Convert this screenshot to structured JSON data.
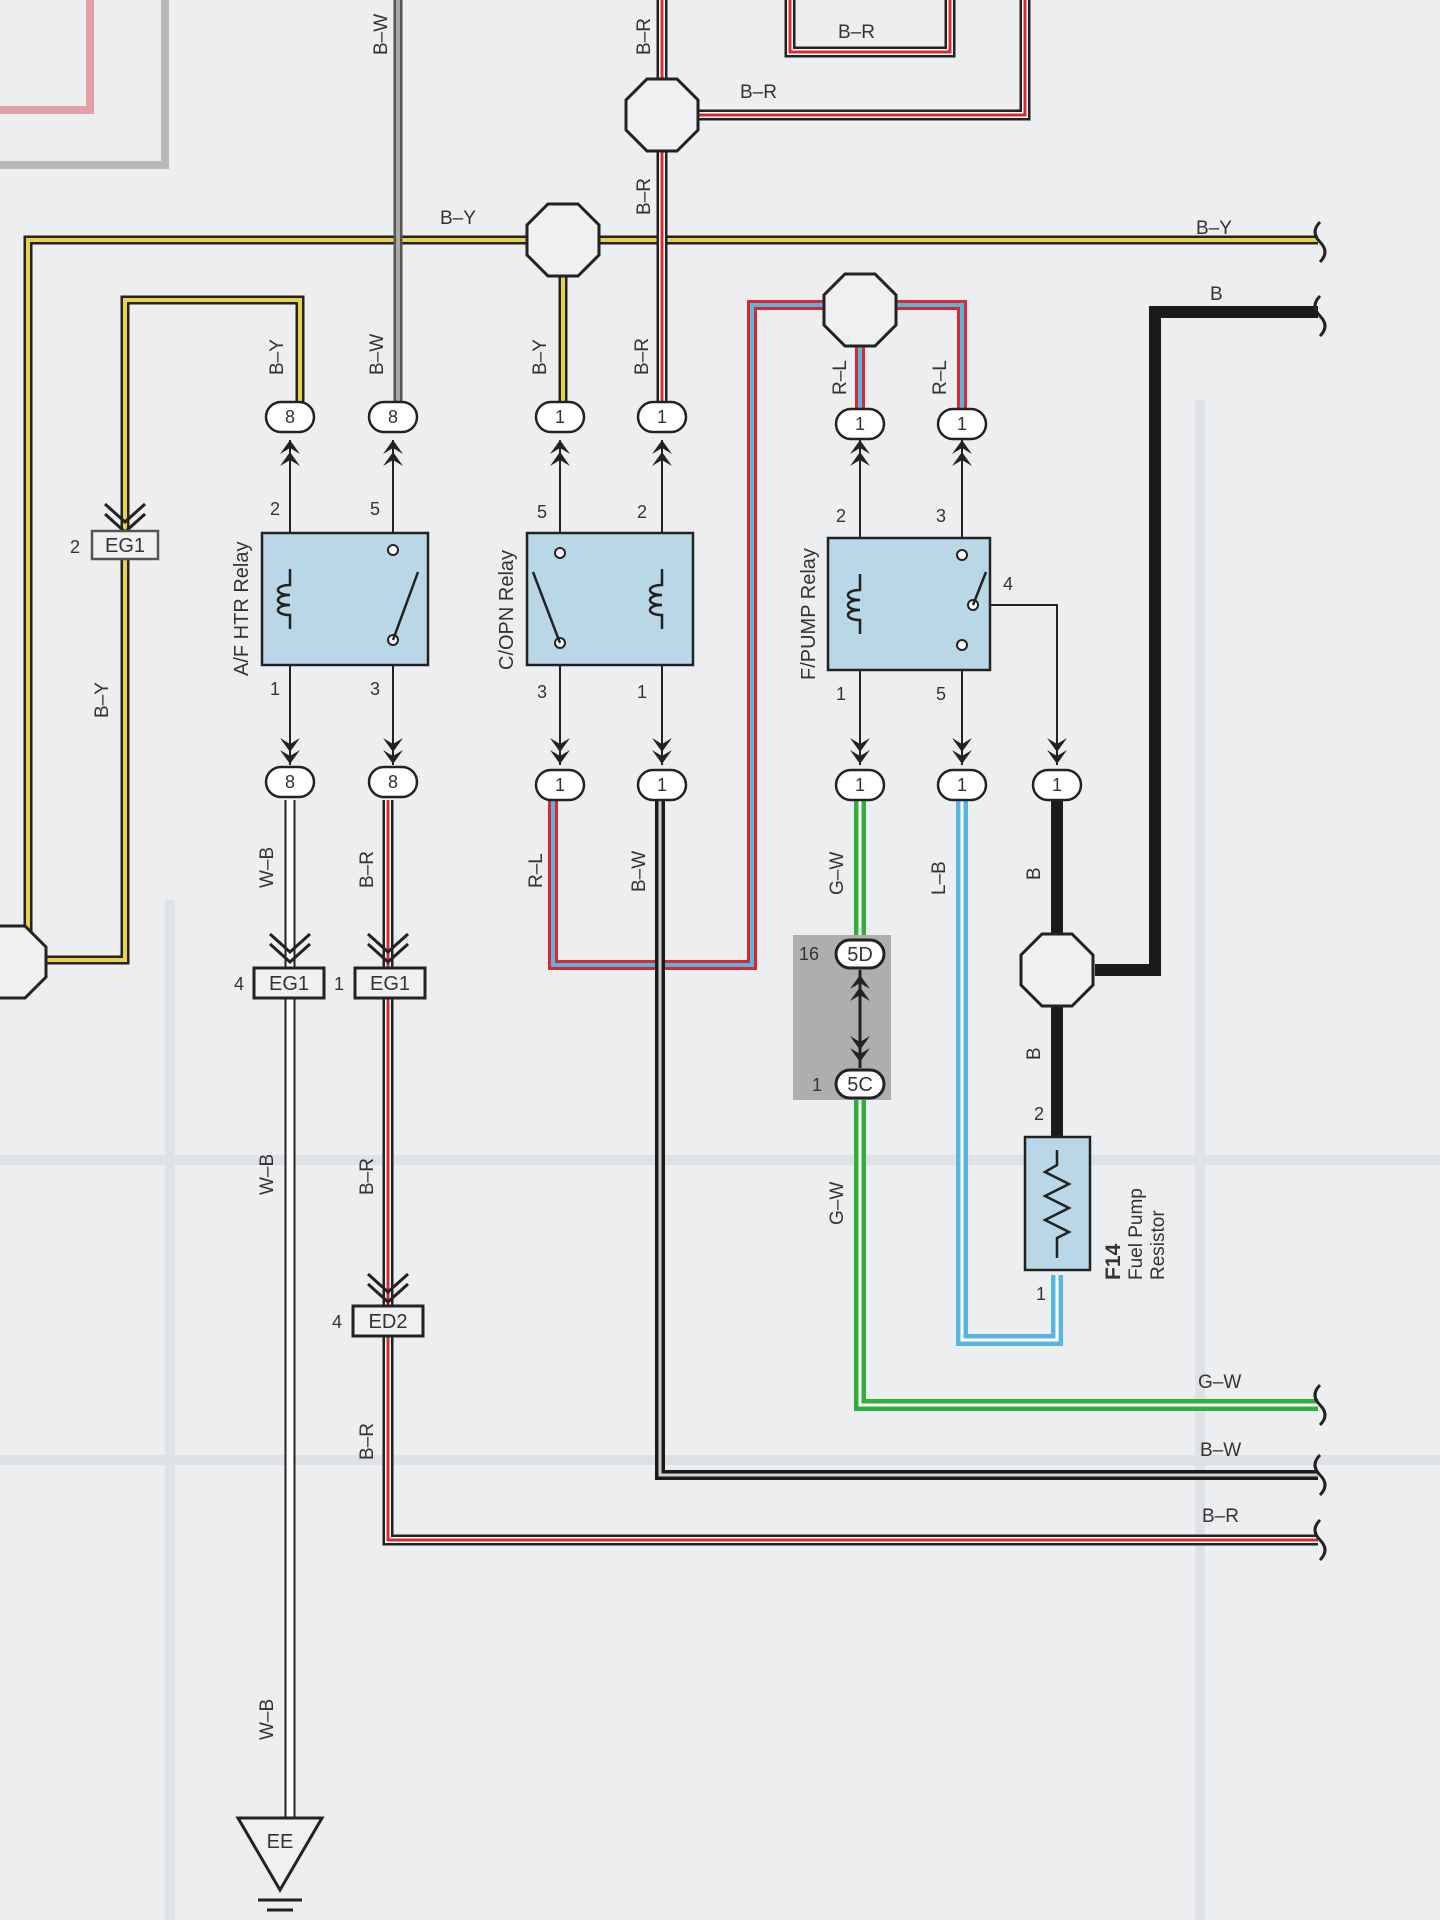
{
  "colors": {
    "paper": "#eceef0",
    "relay_fill": "#b9d7e6",
    "yellow": "#e8d24a",
    "red": "#d9282f",
    "blue": "#5ab4e0",
    "green": "#2fae3c",
    "black": "#1a1a1a",
    "gray": "#8a8a8a",
    "white": "#ffffff",
    "pink": "#e2a0a8",
    "splice_shade": "#aeaeae"
  },
  "wire_labels": {
    "b_w": "B–W",
    "b_r": "B–R",
    "b_y": "B–Y",
    "b": "B",
    "r_l": "R–L",
    "w_b": "W–B",
    "g_w": "G–W",
    "l_b": "L–B"
  },
  "relays": {
    "af_htr": "A/F HTR Relay",
    "copn": "C/OPN Relay",
    "fpump": "F/PUMP Relay"
  },
  "connectors": {
    "eg1": "EG1",
    "ed2": "ED2",
    "c5d": "5D",
    "c5c": "5C",
    "ee": "EE"
  },
  "resistor": {
    "code": "F14",
    "name_line1": "Fuel Pump",
    "name_line2": "Resistor"
  },
  "pins": {
    "p1": "1",
    "p2": "2",
    "p3": "3",
    "p4": "4",
    "p5": "5",
    "p8": "8",
    "p16": "16"
  }
}
